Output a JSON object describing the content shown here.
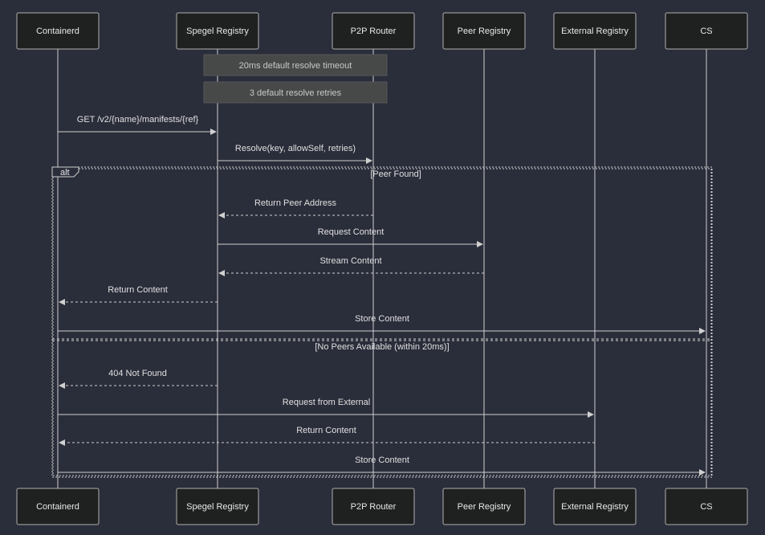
{
  "participants": [
    {
      "id": "containerd",
      "label": "Containerd"
    },
    {
      "id": "spegel",
      "label": "Spegel Registry"
    },
    {
      "id": "p2p",
      "label": "P2P Router"
    },
    {
      "id": "peer",
      "label": "Peer Registry"
    },
    {
      "id": "external",
      "label": "External Registry"
    },
    {
      "id": "cs",
      "label": "CS"
    }
  ],
  "notes": [
    {
      "from": "spegel",
      "to": "p2p",
      "text": "20ms default resolve timeout"
    },
    {
      "from": "spegel",
      "to": "p2p",
      "text": "3 default resolve retries"
    }
  ],
  "messages": [
    {
      "from": "containerd",
      "to": "spegel",
      "text": "GET /v2/{name}/manifests/{ref}",
      "style": "solid"
    },
    {
      "from": "spegel",
      "to": "p2p",
      "text": "Resolve(key, allowSelf, retries)",
      "style": "solid"
    },
    {
      "from": "p2p",
      "to": "spegel",
      "text": "Return Peer Address",
      "style": "dotted"
    },
    {
      "from": "spegel",
      "to": "peer",
      "text": "Request Content",
      "style": "solid"
    },
    {
      "from": "peer",
      "to": "spegel",
      "text": "Stream Content",
      "style": "dotted"
    },
    {
      "from": "spegel",
      "to": "containerd",
      "text": "Return Content",
      "style": "dotted"
    },
    {
      "from": "containerd",
      "to": "cs",
      "text": "Store Content",
      "style": "solid"
    },
    {
      "from": "spegel",
      "to": "containerd",
      "text": "404 Not Found",
      "style": "dotted"
    },
    {
      "from": "containerd",
      "to": "external",
      "text": "Request from External",
      "style": "solid"
    },
    {
      "from": "external",
      "to": "containerd",
      "text": "Return Content",
      "style": "dotted"
    },
    {
      "from": "containerd",
      "to": "cs",
      "text": "Store Content",
      "style": "solid"
    }
  ],
  "alt_frame": {
    "keyword": "alt",
    "conditions": [
      "[Peer Found]",
      "[No Peers Available (within 20ms)]"
    ]
  },
  "colors": {
    "background": "#2a2d3a",
    "actor_fill": "#1f2020",
    "actor_stroke": "#b0b0b0",
    "note_fill": "#474949",
    "line": "#d0d0d0"
  }
}
